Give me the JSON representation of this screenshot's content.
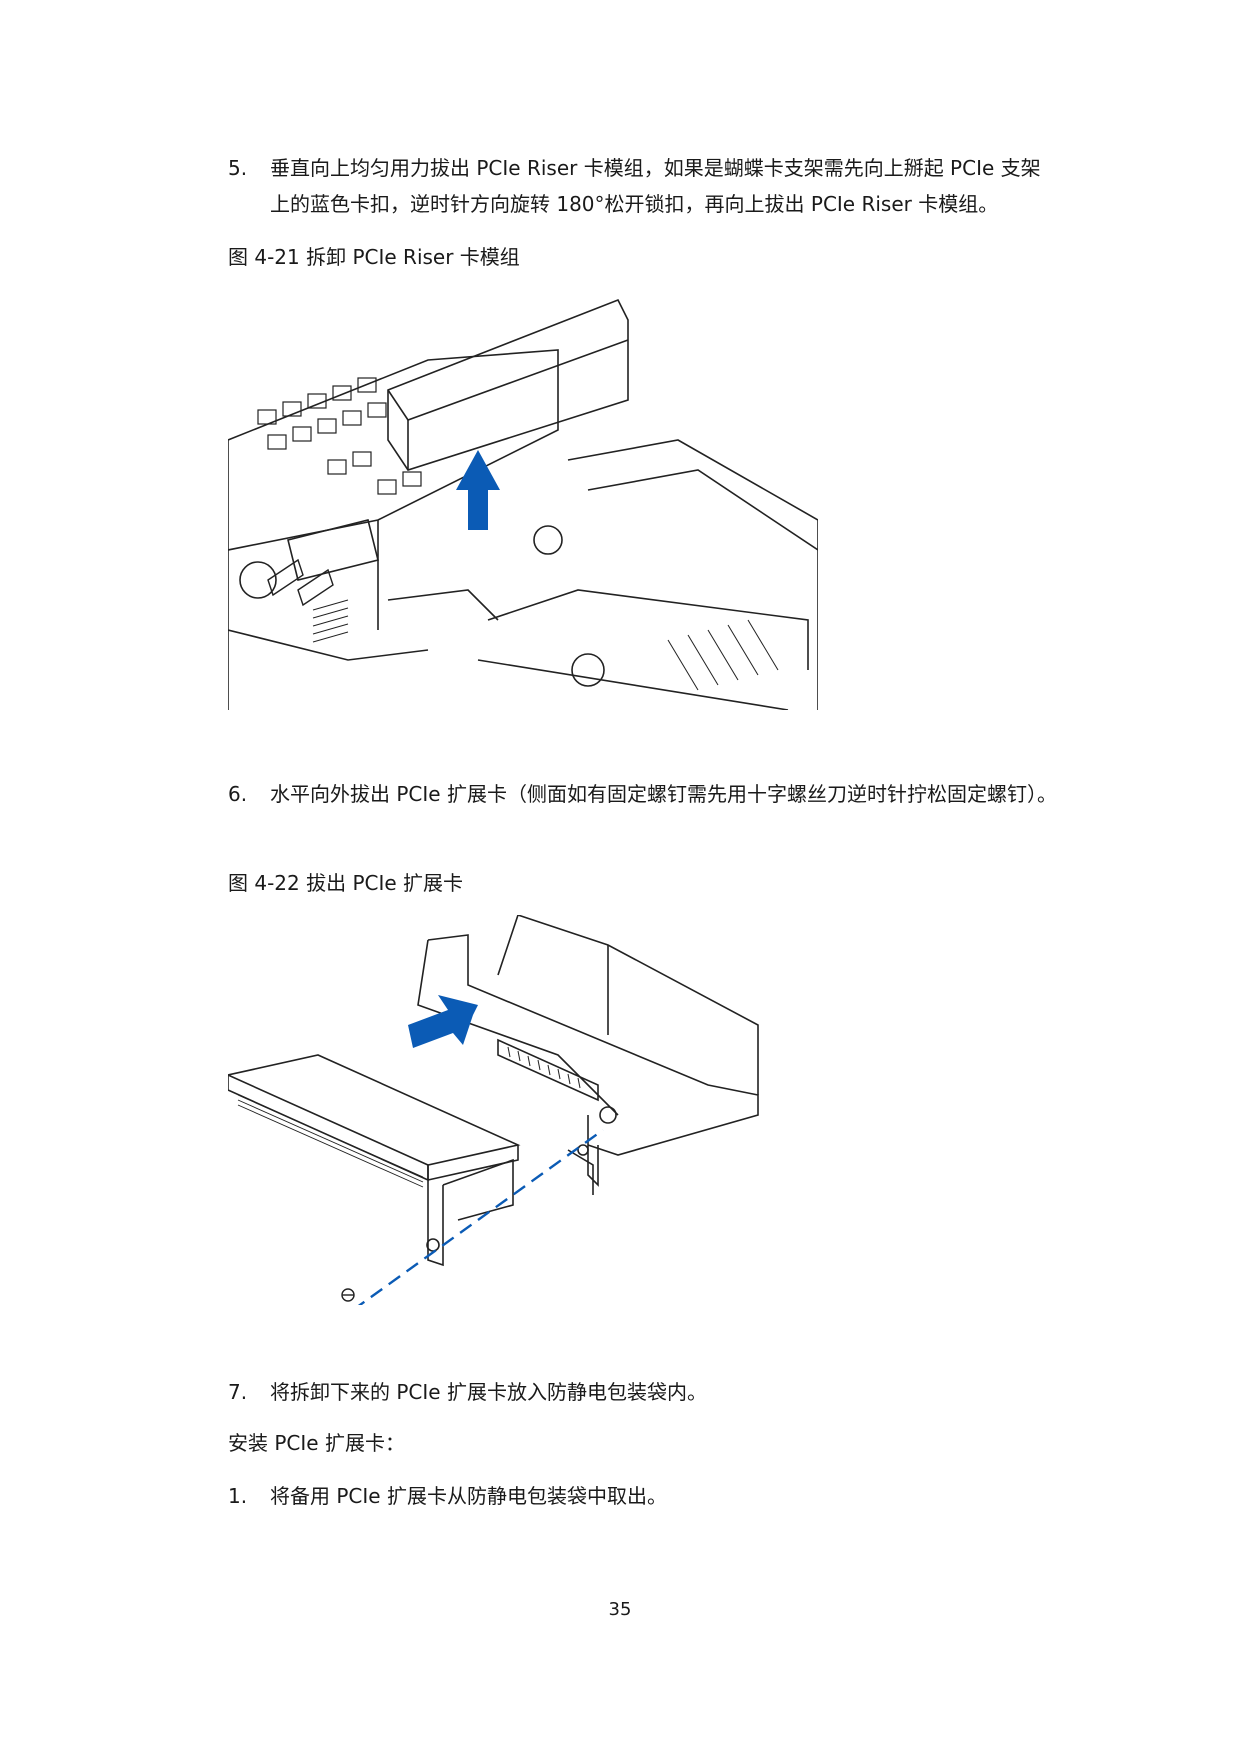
{
  "steps_a": [
    {
      "num": "5.",
      "text": "垂直向上均匀用力拔出 PCIe Riser 卡模组，如果是蝴蝶卡支架需先向上掰起 PCIe 支架上的蓝色卡扣，逆时针方向旋转 180°松开锁扣，再向上拔出 PCIe Riser 卡模组。"
    }
  ],
  "figure1": {
    "caption": "图 4-21  拆卸 PCIe Riser 卡模组"
  },
  "steps_b": [
    {
      "num": "6.",
      "text": "水平向外拔出 PCIe 扩展卡（侧面如有固定螺钉需先用十字螺丝刀逆时针拧松固定螺钉）。"
    }
  ],
  "figure2": {
    "caption": "图 4-22  拔出 PCIe 扩展卡"
  },
  "steps_c": [
    {
      "num": "7.",
      "text": "将拆卸下来的 PCIe 扩展卡放入防静电包装袋内。"
    }
  ],
  "install_heading": "安装 PCIe 扩展卡：",
  "steps_d": [
    {
      "num": "1.",
      "text": "将备用 PCIe 扩展卡从防静电包装袋中取出。"
    }
  ],
  "page_number": "35",
  "colors": {
    "arrow": "#0b5bb5",
    "line": "#222222"
  }
}
